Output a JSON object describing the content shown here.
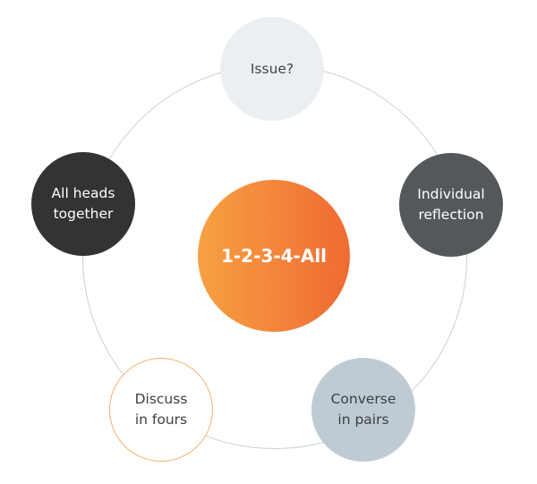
{
  "center": {
    "label": "1-2-3-4-All",
    "gradient": [
      "#f7a142",
      "#ef6a33"
    ]
  },
  "steps": [
    {
      "label": "Issue?",
      "fill": "#eceff2",
      "text_color": "#444444"
    },
    {
      "label": "Individual\nreflection",
      "fill": "#55585b",
      "text_color": "#ffffff"
    },
    {
      "label": "Converse\nin pairs",
      "fill": "#bfcbd3",
      "text_color": "#3a3f44"
    },
    {
      "label": "Discuss\nin fours",
      "fill": "#ffffff",
      "border": "#f2b36a",
      "text_color": "#3a3f44"
    },
    {
      "label": "All heads\ntogether",
      "fill": "#333333",
      "text_color": "#ffffff"
    }
  ]
}
